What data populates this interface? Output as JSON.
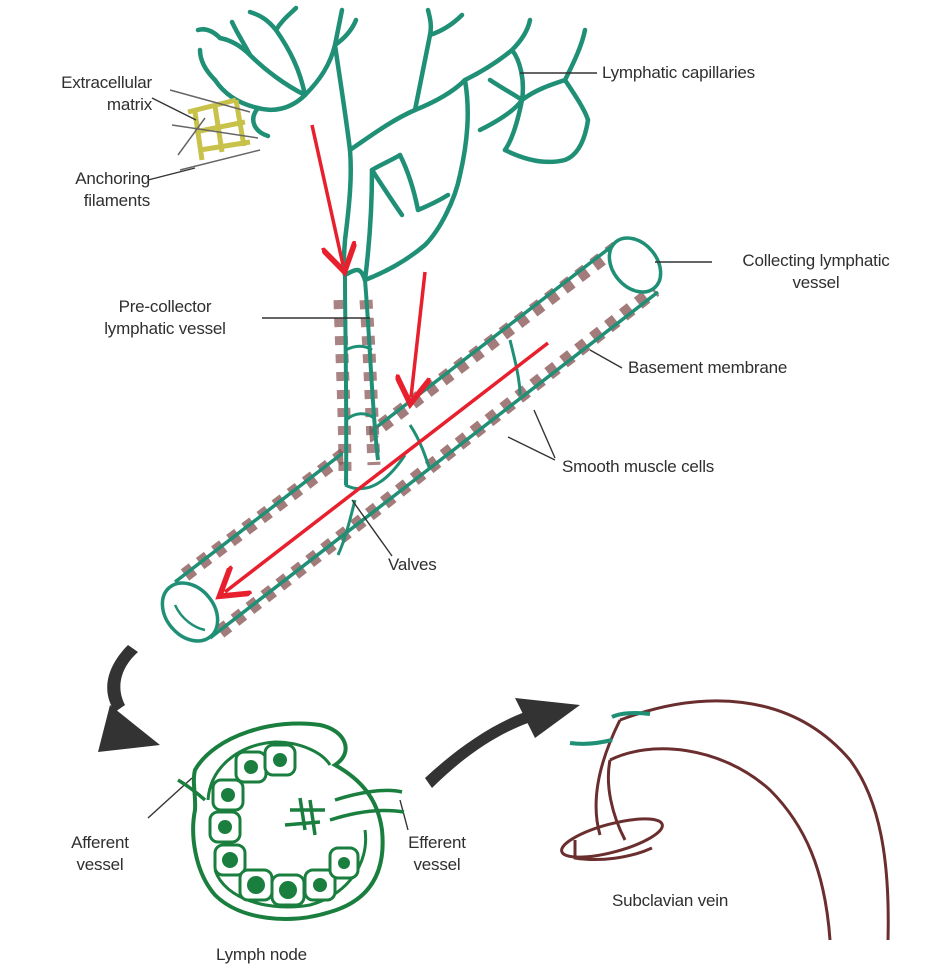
{
  "labels": {
    "extracellular_matrix": [
      "Extracellular",
      "matrix"
    ],
    "anchoring_filaments": [
      "Anchoring",
      "filaments"
    ],
    "lymphatic_capillaries": "Lymphatic capillaries",
    "collecting_lymphatic_vessel": [
      "Collecting lymphatic",
      "vessel"
    ],
    "pre_collector_lymphatic_vessel": [
      "Pre-collector",
      "lymphatic vessel"
    ],
    "basement_membrane": "Basement membrane",
    "smooth_muscle_cells": "Smooth muscle cells",
    "valves": "Valves",
    "afferent_vessel": [
      "Afferent",
      "vessel"
    ],
    "efferent_vessel": [
      "Efferent",
      "vessel"
    ],
    "subclavian_vein": "Subclavian vein",
    "lymph_node": "Lymph node"
  },
  "colors": {
    "vessel": "#1f8f76",
    "lymph_node": "#1a7f3e",
    "vein": "#6b2e2e",
    "smooth_muscle": "#8c5a5a",
    "flow_arrow": "#e8202e",
    "process_arrow": "#333333",
    "matrix": "#c8c24a",
    "text": "#2f2f2f"
  }
}
